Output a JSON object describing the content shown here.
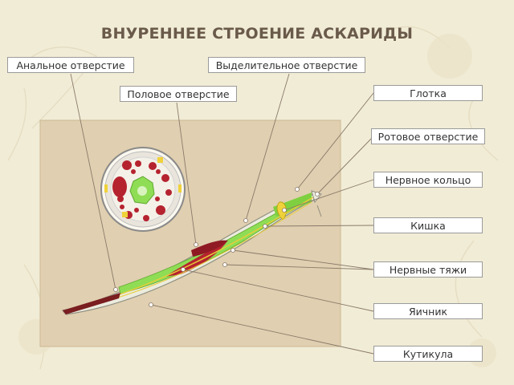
{
  "title": "ВНУРЕННЕЕ СТРОЕНИЕ АСКАРИДЫ",
  "labels": {
    "anal": "Анальное отверстие",
    "excretory": "Выделительное отверстие",
    "genital": "Половое отверстие",
    "pharynx": "Глотка",
    "mouth": "Ротовое отверстие",
    "nerve_ring": "Нервное кольцо",
    "intestine": "Кишка",
    "nerve_cords": "Нервные тяжи",
    "ovary": "Яичник",
    "cuticle": "Кутикула"
  },
  "colors": {
    "background": "#f1ecd6",
    "panel": "#e0cfb0",
    "body": "#ececde",
    "intestine": "#8fdd55",
    "gonad": "#b5232f",
    "nerve": "#f0d23a"
  }
}
